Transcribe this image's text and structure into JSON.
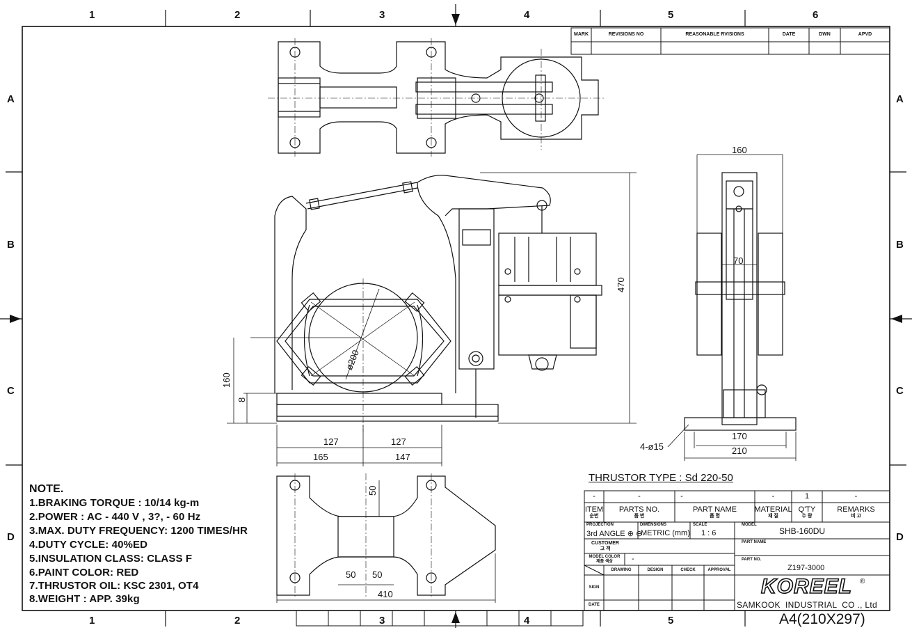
{
  "zones": {
    "columns": [
      "1",
      "2",
      "3",
      "4",
      "5",
      "6"
    ],
    "rows": [
      "A",
      "B",
      "C",
      "D"
    ]
  },
  "revision_table": {
    "headers": [
      "MARK",
      "REVISIONS NO",
      "REASONABLE RVISIONS",
      "DATE",
      "DWN",
      "APVD"
    ]
  },
  "dimensions": {
    "side_width": "160",
    "side_inner": "70",
    "height": "470",
    "drum_dia": "ø200",
    "centre_height": "160",
    "base_thk": "8",
    "left_half": "127",
    "right_half": "127",
    "left_total": "165",
    "right_total": "147",
    "bolt_holes": "4-ø15",
    "base_inner": "170",
    "base_outer": "210",
    "plan_50_vertical": "50",
    "plan_50_left": "50",
    "plan_50_right": "50",
    "plan_length": "410"
  },
  "thrustor_type": "THRUSTOR TYPE : Sd 220-50",
  "notes": {
    "title": "NOTE.",
    "items": [
      "1.BRAKING TORQUE : 10/14 kg-m",
      "2.POWER : AC  - 440 V , 3?,  - 60 Hz",
      "3.MAX. DUTY FREQUENCY: 1200 TIMES/HR",
      "4.DUTY CYCLE: 40%ED",
      "5.INSULATION CLASS: CLASS F",
      "6.PAINT COLOR: RED",
      "7.THRUSTOR OIL: KSC 2301, OT4",
      "8.WEIGHT : APP. 39kg"
    ]
  },
  "title_block": {
    "row_item": "-",
    "row_parts_no": "-",
    "row_part_name": "-",
    "row_material": "-",
    "row_qty": "1",
    "row_remarks": "-",
    "h_item": "ITEM",
    "h_item_kr": "순번",
    "h_parts_no": "PARTS NO.",
    "h_parts_no_kr": "품 번",
    "h_part_name": "PART NAME",
    "h_part_name_kr": "품 명",
    "h_material": "MATERIAL",
    "h_material_kr": "재 질",
    "h_qty": "Q'TY",
    "h_qty_kr": "수 량",
    "h_remarks": "REMARKS",
    "h_remarks_kr": "비 고",
    "projection_label": "PROJECTION",
    "projection_value": "3rd ANGLE",
    "dimensions_label": "DIMENSIONS",
    "dimensions_value": "METRIC (mm)",
    "scale_label": "SCALE",
    "scale_value": "1 : 6",
    "model_label": "MODEL",
    "model_value": "SHB-160DU",
    "customer_label": "CUSTOMER",
    "customer_kr": "고 객",
    "model_color_label": "MODEL COLOR",
    "model_color_kr": "제품 색상",
    "model_color_value": "-",
    "part_name_label": "PART NAME",
    "part_no_label": "PART NO.",
    "part_no_value": "Z197-3000",
    "drawing": "DRAWING",
    "design": "DESIGN",
    "check": "CHECK",
    "approval": "APPROVAL",
    "sign": "SIGN",
    "date": "DATE",
    "logo": "KOREEL",
    "company": "SAMKOOK  INDUSTRIAL  CO ., Ltd",
    "paper_size": "A4(210X297)"
  }
}
